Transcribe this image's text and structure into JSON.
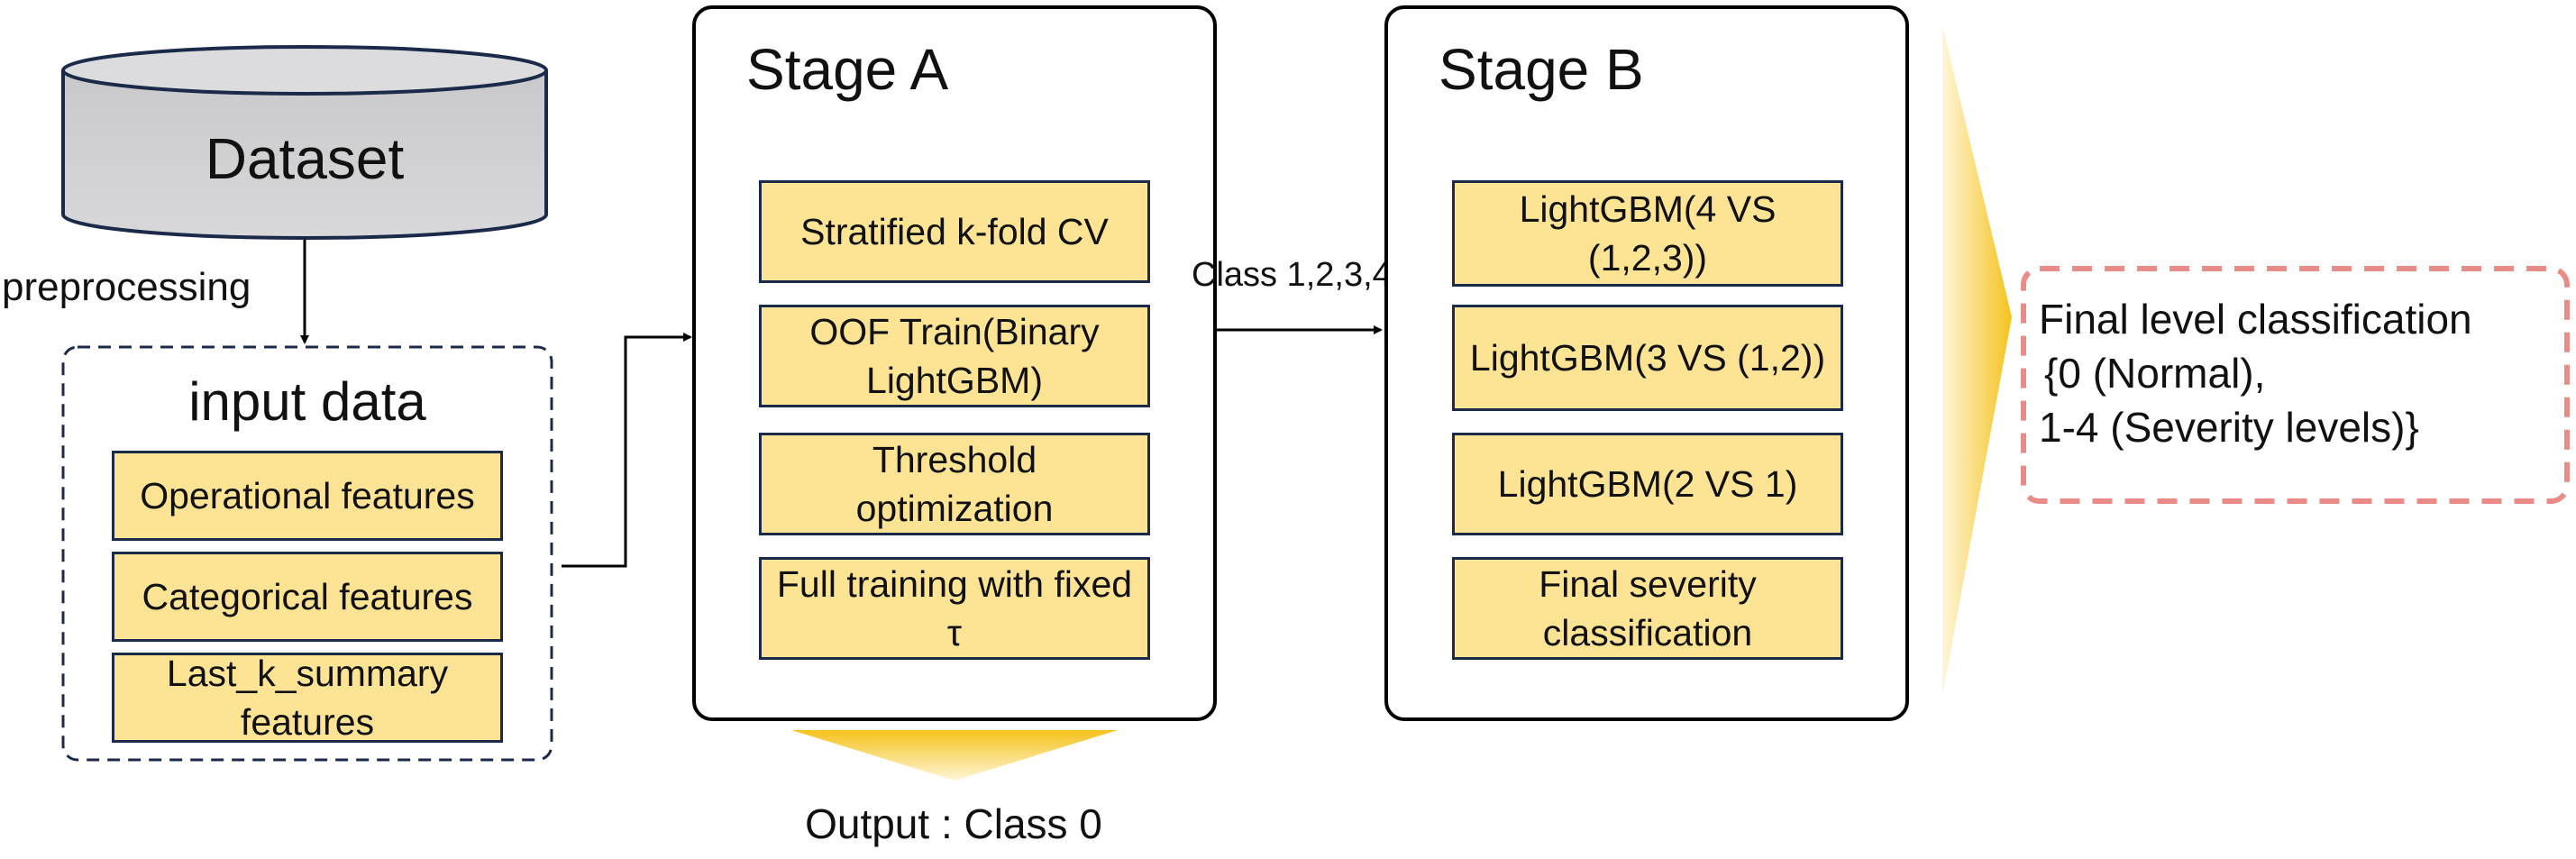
{
  "dataset": {
    "label": "Dataset"
  },
  "preprocessing": {
    "label": "preprocessing"
  },
  "input_data": {
    "title": "input data",
    "items": [
      "Operational features",
      "Categorical features",
      "Last_k_summary features"
    ]
  },
  "stage_a": {
    "title": "Stage A",
    "items": [
      "Stratified k-fold CV",
      "OOF Train(Binary LightGBM)",
      "Threshold optimization",
      "Full training with fixed τ"
    ],
    "output": "Output : Class 0"
  },
  "edge_ab": {
    "label": "Class 1,2,3,4"
  },
  "stage_b": {
    "title": "Stage B",
    "items": [
      "LightGBM(4 VS (1,2,3))",
      "LightGBM(3 VS (1,2))",
      "LightGBM(2 VS 1)",
      "Final severity classification"
    ]
  },
  "final": {
    "lines": [
      "Final level classification",
      "{0 (Normal),",
      "1-4 (Severity levels)}"
    ]
  },
  "colors": {
    "item_fill": "#fde394",
    "item_border": "#1c2a4a",
    "arrow_gold": "#f7c21c",
    "final_border": "#e98b86"
  }
}
